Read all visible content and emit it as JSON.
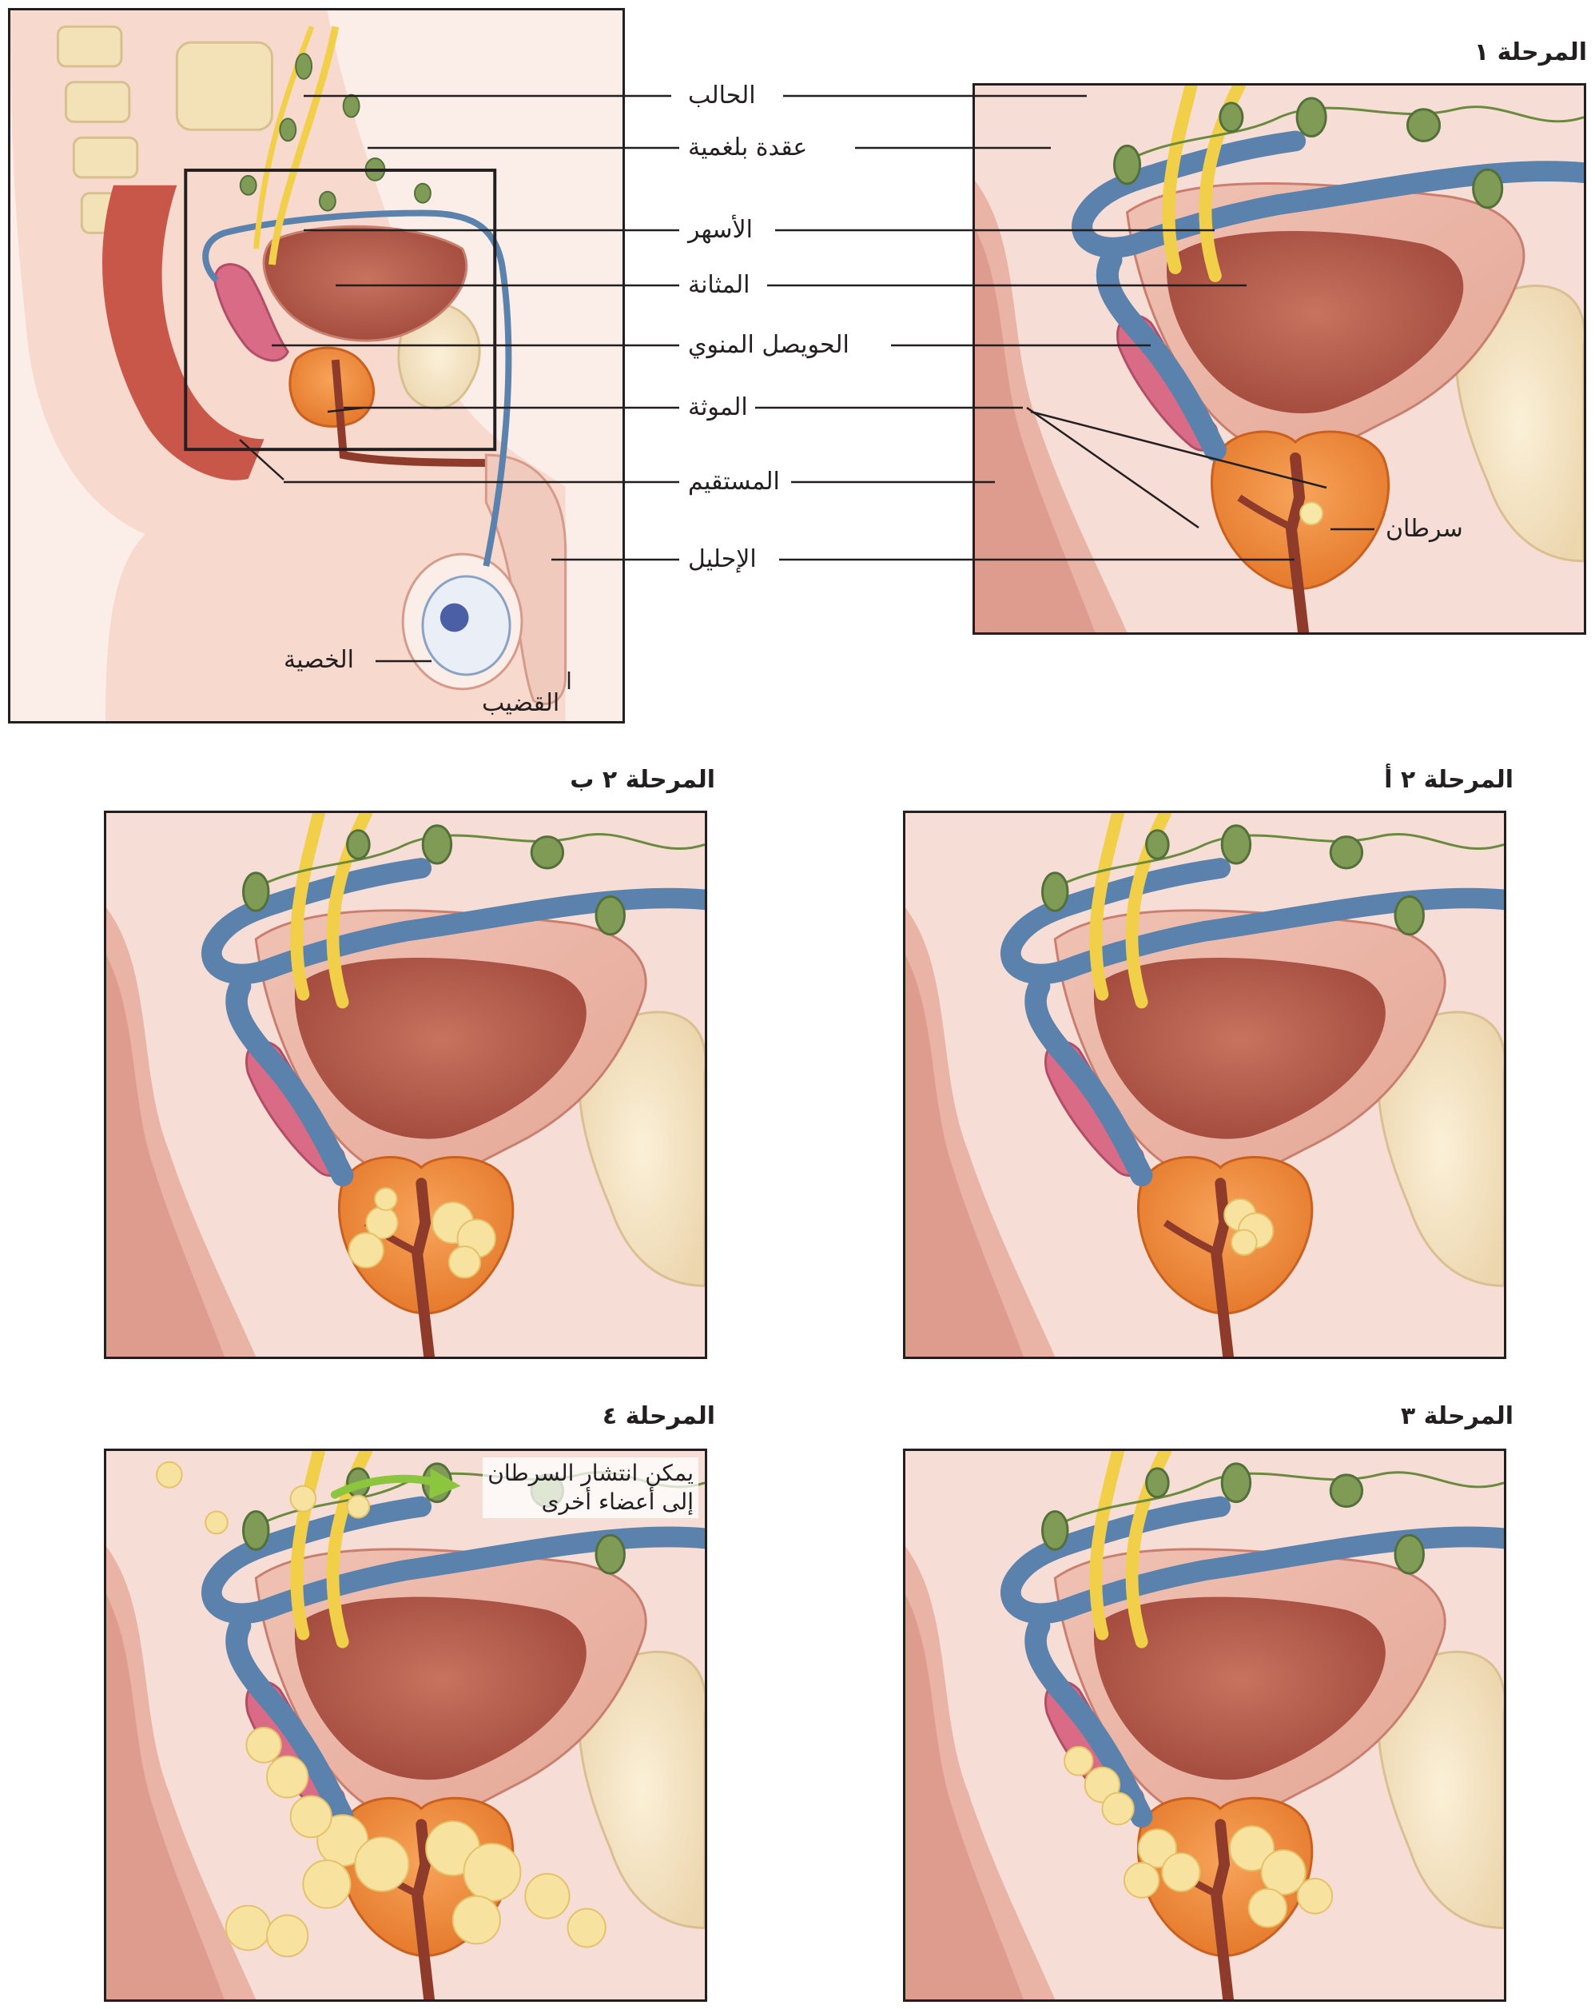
{
  "stages": {
    "s1": "المرحلة ١",
    "s2a": "المرحلة ٢ أ",
    "s2b": "المرحلة ٢ ب",
    "s3": "المرحلة ٣",
    "s4": "المرحلة ٤"
  },
  "labels": {
    "ureter": "الحالب",
    "lymph_node": "عقدة بلغمية",
    "vas_deferens": "الأسهر",
    "bladder": "المثانة",
    "seminal_vesicle": "الحويصل المنوي",
    "prostate": "الموثة",
    "rectum": "المستقيم",
    "urethra": "الإحليل",
    "testicle": "الخصية",
    "penis": "القضيب",
    "cancer": "سرطان"
  },
  "stage4_note": {
    "line1": "يمكن انتشار السرطان",
    "line2": "إلى أعضاء أخرى"
  }
}
